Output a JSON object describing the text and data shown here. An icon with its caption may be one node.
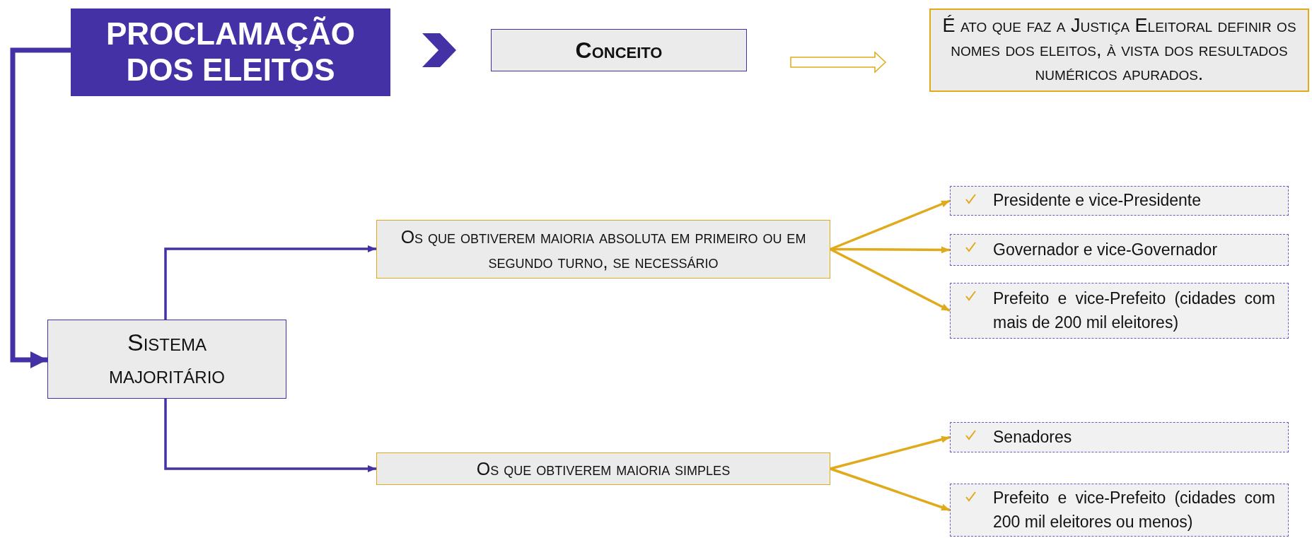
{
  "diagram": {
    "nodes": [
      {
        "text": [
          "PROCLAMAÇÃO DOS ELEITOS"
        ]
      },
      {
        "text": [
          "Conceito"
        ]
      },
      {
        "text": [
          "É ato que faz a Justiça Eleitoral definir os nomes dos eleitos, à vista dos resultados numéricos apurados."
        ]
      },
      {
        "text": [
          "Sistema majoritário"
        ]
      },
      {
        "text": [
          "Os que obtiverem maioria absoluta em primeiro ou em segundo turno, se necessário"
        ]
      },
      {
        "text": [
          "Os que obtiverem maioria simples"
        ]
      },
      {
        "text": [
          "Presidente e vice-Presidente"
        ]
      },
      {
        "text": [
          "Governador e vice-Governador"
        ]
      },
      {
        "text": [
          "Prefeito e vice-Prefeito (cidades com mais de 200 mil eleitores)"
        ]
      },
      {
        "text": [
          "Senadores"
        ]
      },
      {
        "text": [
          "Prefeito e vice-Prefeito (cidades com 200 mil eleitores ou menos)"
        ]
      }
    ],
    "edges": [
      {
        "from": 0,
        "to": 1,
        "arrow": "to",
        "color": "#4431a6"
      },
      {
        "from": 1,
        "to": 2,
        "arrow": "to"
      },
      {
        "from": 0,
        "to": 3,
        "arrow": "to",
        "style": "thick",
        "color": "#4431a6"
      },
      {
        "from": 3,
        "to": 4,
        "arrow": "to",
        "color": "#4431a6"
      },
      {
        "from": 3,
        "to": 5,
        "arrow": "to",
        "color": "#4431a6"
      },
      {
        "from": 4,
        "to": 6,
        "arrow": "to"
      },
      {
        "from": 4,
        "to": 7,
        "arrow": "to"
      },
      {
        "from": 4,
        "to": 8,
        "arrow": "to"
      },
      {
        "from": 5,
        "to": 9,
        "arrow": "to"
      },
      {
        "from": 5,
        "to": 10,
        "arrow": "to"
      }
    ]
  }
}
